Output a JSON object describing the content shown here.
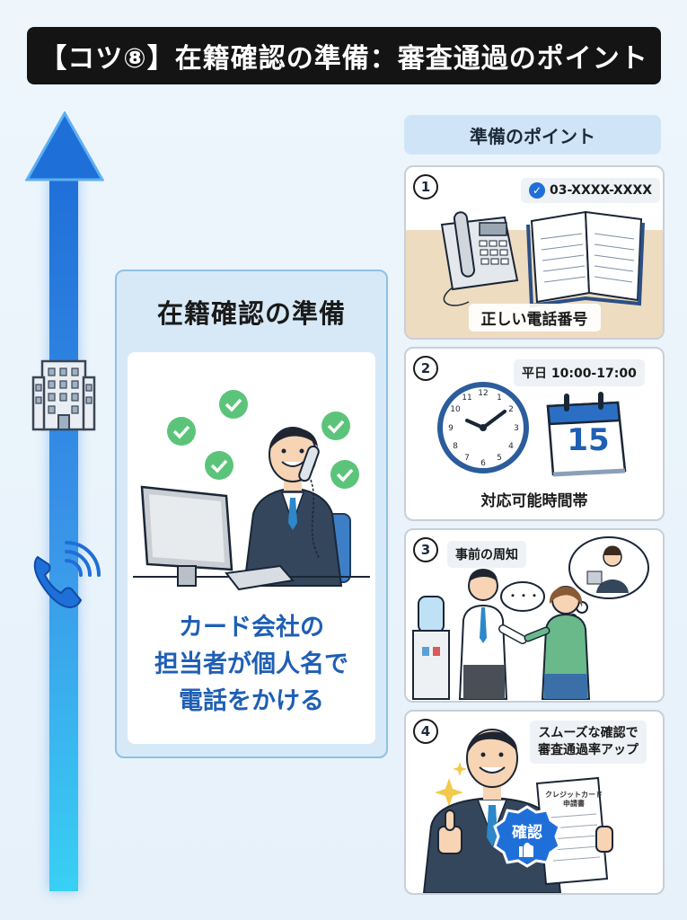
{
  "title": "【コツ⑧】在籍確認の準備：審査通過のポイント",
  "center": {
    "title": "在籍確認の準備",
    "caption_lines": [
      "カード会社の",
      "担当者が個人名で",
      "電話をかける"
    ]
  },
  "points_header": "準備のポイント",
  "steps": [
    {
      "number": "1",
      "tag": "03-XXXX-XXXX",
      "caption": "正しい電話番号"
    },
    {
      "number": "2",
      "tag": "平日 10:00-17:00",
      "caption": "対応可能時間帯",
      "calendar_day": "15"
    },
    {
      "number": "3",
      "tag": "事前の周知",
      "speech": "・・・"
    },
    {
      "number": "4",
      "tag_lines": [
        "スムーズな確認で",
        "審査通過率アップ"
      ],
      "stamp": "確認",
      "form_lines": [
        "クレジットカード",
        "申請書"
      ]
    }
  ],
  "colors": {
    "accent_blue": "#1f6fd8",
    "arrow_bottom": "#39d0f4",
    "check_green": "#5cc47a",
    "title_bg": "#141414"
  },
  "icons": [
    "building-icon",
    "phone-signal-icon",
    "check-bubble-icon",
    "clock-icon",
    "calendar-icon",
    "desk-phone-icon",
    "notebook-icon",
    "thumbs-up-icon"
  ]
}
